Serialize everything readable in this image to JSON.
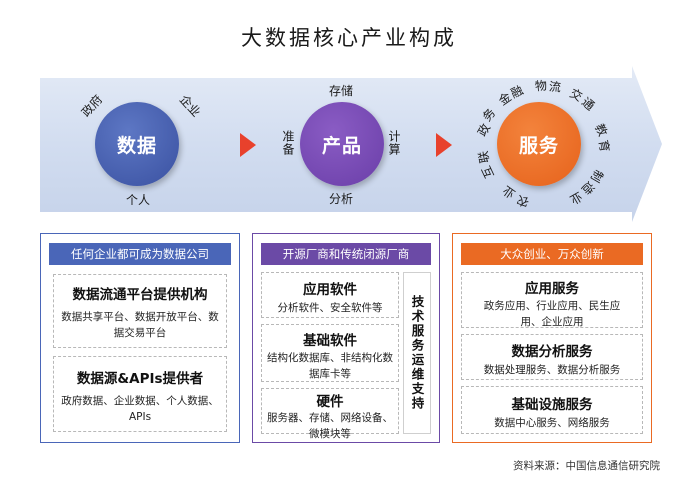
{
  "title": "大数据核心产业构成",
  "circles": {
    "data": "数据",
    "product": "产品",
    "service": "服务"
  },
  "data_labels": {
    "government": "政府",
    "enterprise": "企业",
    "individual": "个人"
  },
  "product_labels": {
    "storage": "存储",
    "prepare": "准备",
    "compute": "计算",
    "analysis": "分析"
  },
  "service_labels": [
    "政",
    "务",
    "金",
    "融",
    "物",
    "流",
    "交",
    "通",
    "教",
    "育",
    "制",
    "造",
    "业",
    "农",
    "业",
    "互",
    "联"
  ],
  "columns": {
    "data": {
      "header": "任何企业都可成为数据公司",
      "boxes": [
        {
          "title": "数据流通平台提供机构",
          "lines": [
            "数据共享平台、数据开放平台、数",
            "据交易平台"
          ]
        },
        {
          "title": "数据源&APIs提供者",
          "lines": [
            "政府数据、企业数据、个人数据、",
            "APIs"
          ]
        }
      ]
    },
    "product": {
      "header": "开源厂商和传统闭源厂商",
      "boxes": [
        {
          "title": "应用软件",
          "lines": [
            "分析软件、安全软件等"
          ]
        },
        {
          "title": "基础软件",
          "lines": [
            "结构化数据库、非结构化数",
            "据库卡等"
          ]
        },
        {
          "title": "硬件",
          "lines": [
            "服务器、存储、网络设备、",
            "微模块等"
          ]
        }
      ],
      "side": "技术服务运维支持"
    },
    "service": {
      "header": "大众创业、万众创新",
      "boxes": [
        {
          "title": "应用服务",
          "lines": [
            "政务应用、行业应用、民生应",
            "用、企业应用"
          ]
        },
        {
          "title": "数据分析服务",
          "lines": [
            "数据处理服务、数据分析服务"
          ]
        },
        {
          "title": "基础设施服务",
          "lines": [
            "数据中心服务、网络服务"
          ]
        }
      ]
    }
  },
  "source": "资料来源：中国信息通信研究院",
  "colors": {
    "arrow_fill": "#dde6f4",
    "data": "#4a66b8",
    "product": "#6b4aa6",
    "service": "#ea6a23",
    "connector": "#e8412c"
  }
}
